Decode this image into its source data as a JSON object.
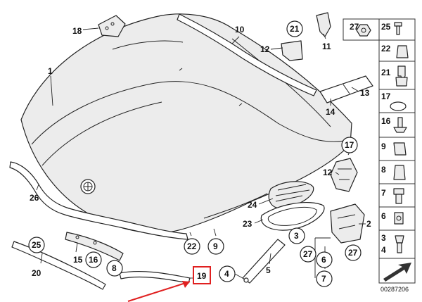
{
  "labels": {
    "l1": "1",
    "l2": "2",
    "l3": "3",
    "l4": "4",
    "l5": "5",
    "l6": "6",
    "l7": "7",
    "l8": "8",
    "l9": "9",
    "l10": "10",
    "l11": "11",
    "l12a": "12",
    "l12b": "12",
    "l13": "13",
    "l14": "14",
    "l15": "15",
    "l16": "16",
    "l17": "17",
    "l18": "18",
    "l19": "19",
    "l20": "20",
    "l21": "21",
    "l22": "22",
    "l23": "23",
    "l24": "24",
    "l25": "25",
    "l26": "26",
    "l27a": "27",
    "l27b": "27"
  },
  "grid": {
    "g27": "27",
    "g25": "25",
    "g22": "22",
    "g21": "21",
    "g17": "17",
    "g16": "16",
    "g9": "9",
    "g8": "8",
    "g7": "7",
    "g6": "6",
    "g3": "3",
    "g4": "4"
  },
  "reference_number": "00287206",
  "colors": {
    "highlight": "#e02020",
    "line": "#222222",
    "fill": "#ececec"
  }
}
